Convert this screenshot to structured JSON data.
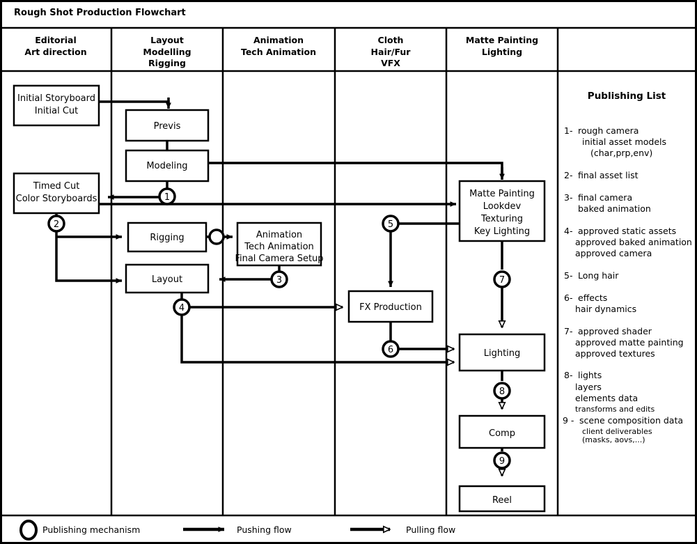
{
  "header": {
    "title": "Rough Shot Production Flowchart"
  },
  "columns": [
    {
      "id": "editorial",
      "lines": [
        "Editorial",
        "Art direction"
      ]
    },
    {
      "id": "layout",
      "lines": [
        "Layout",
        "Modelling",
        "Rigging"
      ]
    },
    {
      "id": "animation",
      "lines": [
        "Animation",
        "Tech Animation"
      ]
    },
    {
      "id": "cloth",
      "lines": [
        "Cloth",
        "Hair/Fur",
        "VFX"
      ]
    },
    {
      "id": "matte",
      "lines": [
        "Matte Painting",
        "Lighting"
      ]
    },
    {
      "id": "publishing",
      "lines": []
    }
  ],
  "nodes": [
    {
      "id": "initial-storyboard",
      "lines": [
        "Initial Storyboard",
        "Initial Cut"
      ]
    },
    {
      "id": "timed-cut",
      "lines": [
        "Timed Cut",
        "Color Storyboards"
      ]
    },
    {
      "id": "previs",
      "lines": [
        "Previs"
      ]
    },
    {
      "id": "modeling",
      "lines": [
        "Modeling"
      ]
    },
    {
      "id": "rigging",
      "lines": [
        "Rigging"
      ]
    },
    {
      "id": "layout",
      "lines": [
        "Layout"
      ]
    },
    {
      "id": "animation",
      "lines": [
        "Animation",
        "Tech Animation",
        "Final Camera Setup"
      ]
    },
    {
      "id": "fx-production",
      "lines": [
        "FX Production"
      ]
    },
    {
      "id": "matte-painting",
      "lines": [
        "Matte Painting",
        "Lookdev",
        "Texturing",
        "Key  Lighting"
      ]
    },
    {
      "id": "lighting",
      "lines": [
        "Lighting"
      ]
    },
    {
      "id": "comp",
      "lines": [
        "Comp"
      ]
    },
    {
      "id": "reel",
      "lines": [
        "Reel"
      ]
    }
  ],
  "publish_markers": [
    "1",
    "2",
    "3",
    "4",
    "5",
    "6",
    "7",
    "8",
    "9"
  ],
  "publishing": {
    "title": "Publishing List",
    "items": [
      {
        "num": "1-",
        "lines": [
          "rough camera",
          "initial asset models",
          "(char,prp,env)"
        ]
      },
      {
        "num": "2-",
        "lines": [
          "final asset list"
        ]
      },
      {
        "num": "3-",
        "lines": [
          "final camera",
          "baked animation"
        ]
      },
      {
        "num": "4-",
        "lines": [
          "approved static assets",
          "approved baked animation",
          "approved camera"
        ]
      },
      {
        "num": "5-",
        "lines": [
          "Long hair"
        ]
      },
      {
        "num": "6-",
        "lines": [
          "effects",
          "hair dynamics"
        ]
      },
      {
        "num": "7-",
        "lines": [
          "approved shader",
          "approved matte painting",
          "approved textures"
        ]
      },
      {
        "num": "8-",
        "lines": [
          "lights",
          "layers",
          "elements data",
          "transforms and edits"
        ]
      },
      {
        "num": "9 -",
        "lines": [
          "scene composition data",
          "client deliverables",
          "(masks, aovs,...)"
        ]
      }
    ]
  },
  "legend": {
    "publishing_mechanism": "Publishing mechanism",
    "pushing_flow": "Pushing flow",
    "pulling_flow": "Pulling flow"
  },
  "colors": {
    "ink": "#000000",
    "paper": "#ffffff"
  }
}
